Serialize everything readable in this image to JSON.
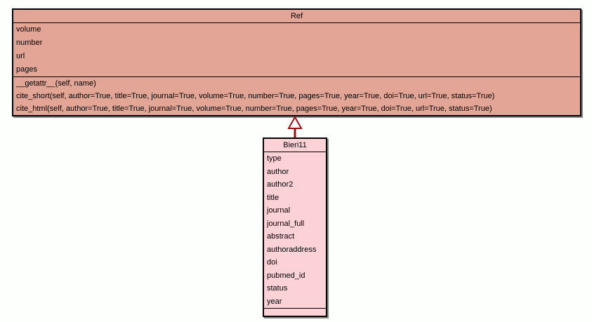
{
  "diagram": {
    "type": "uml-class-diagram",
    "classes": [
      {
        "name": "Ref",
        "attributes": [
          "volume",
          "number",
          "url",
          "pages"
        ],
        "methods": [
          "__getattr__(self, name)",
          "cite_short(self, author=True, title=True, journal=True, volume=True, number=True, pages=True, year=True, doi=True, url=True, status=True)",
          "cite_html(self, author=True, title=True, journal=True, volume=True, number=True, pages=True, year=True, doi=True, url=True, status=True)"
        ]
      },
      {
        "name": "Bieri11",
        "attributes": [
          "type",
          "author",
          "author2",
          "title",
          "journal",
          "journal_full",
          "abstract",
          "authoraddress",
          "doi",
          "pubmed_id",
          "status",
          "year"
        ],
        "methods": []
      }
    ],
    "relations": [
      {
        "from": "Bieri11",
        "to": "Ref",
        "type": "inheritance"
      }
    ],
    "colors": {
      "ref_fill": "#e2a596",
      "bieri_fill": "#fcd2d7",
      "border": "#000000",
      "arrow": "#991111",
      "background": "#fdfffd"
    }
  }
}
